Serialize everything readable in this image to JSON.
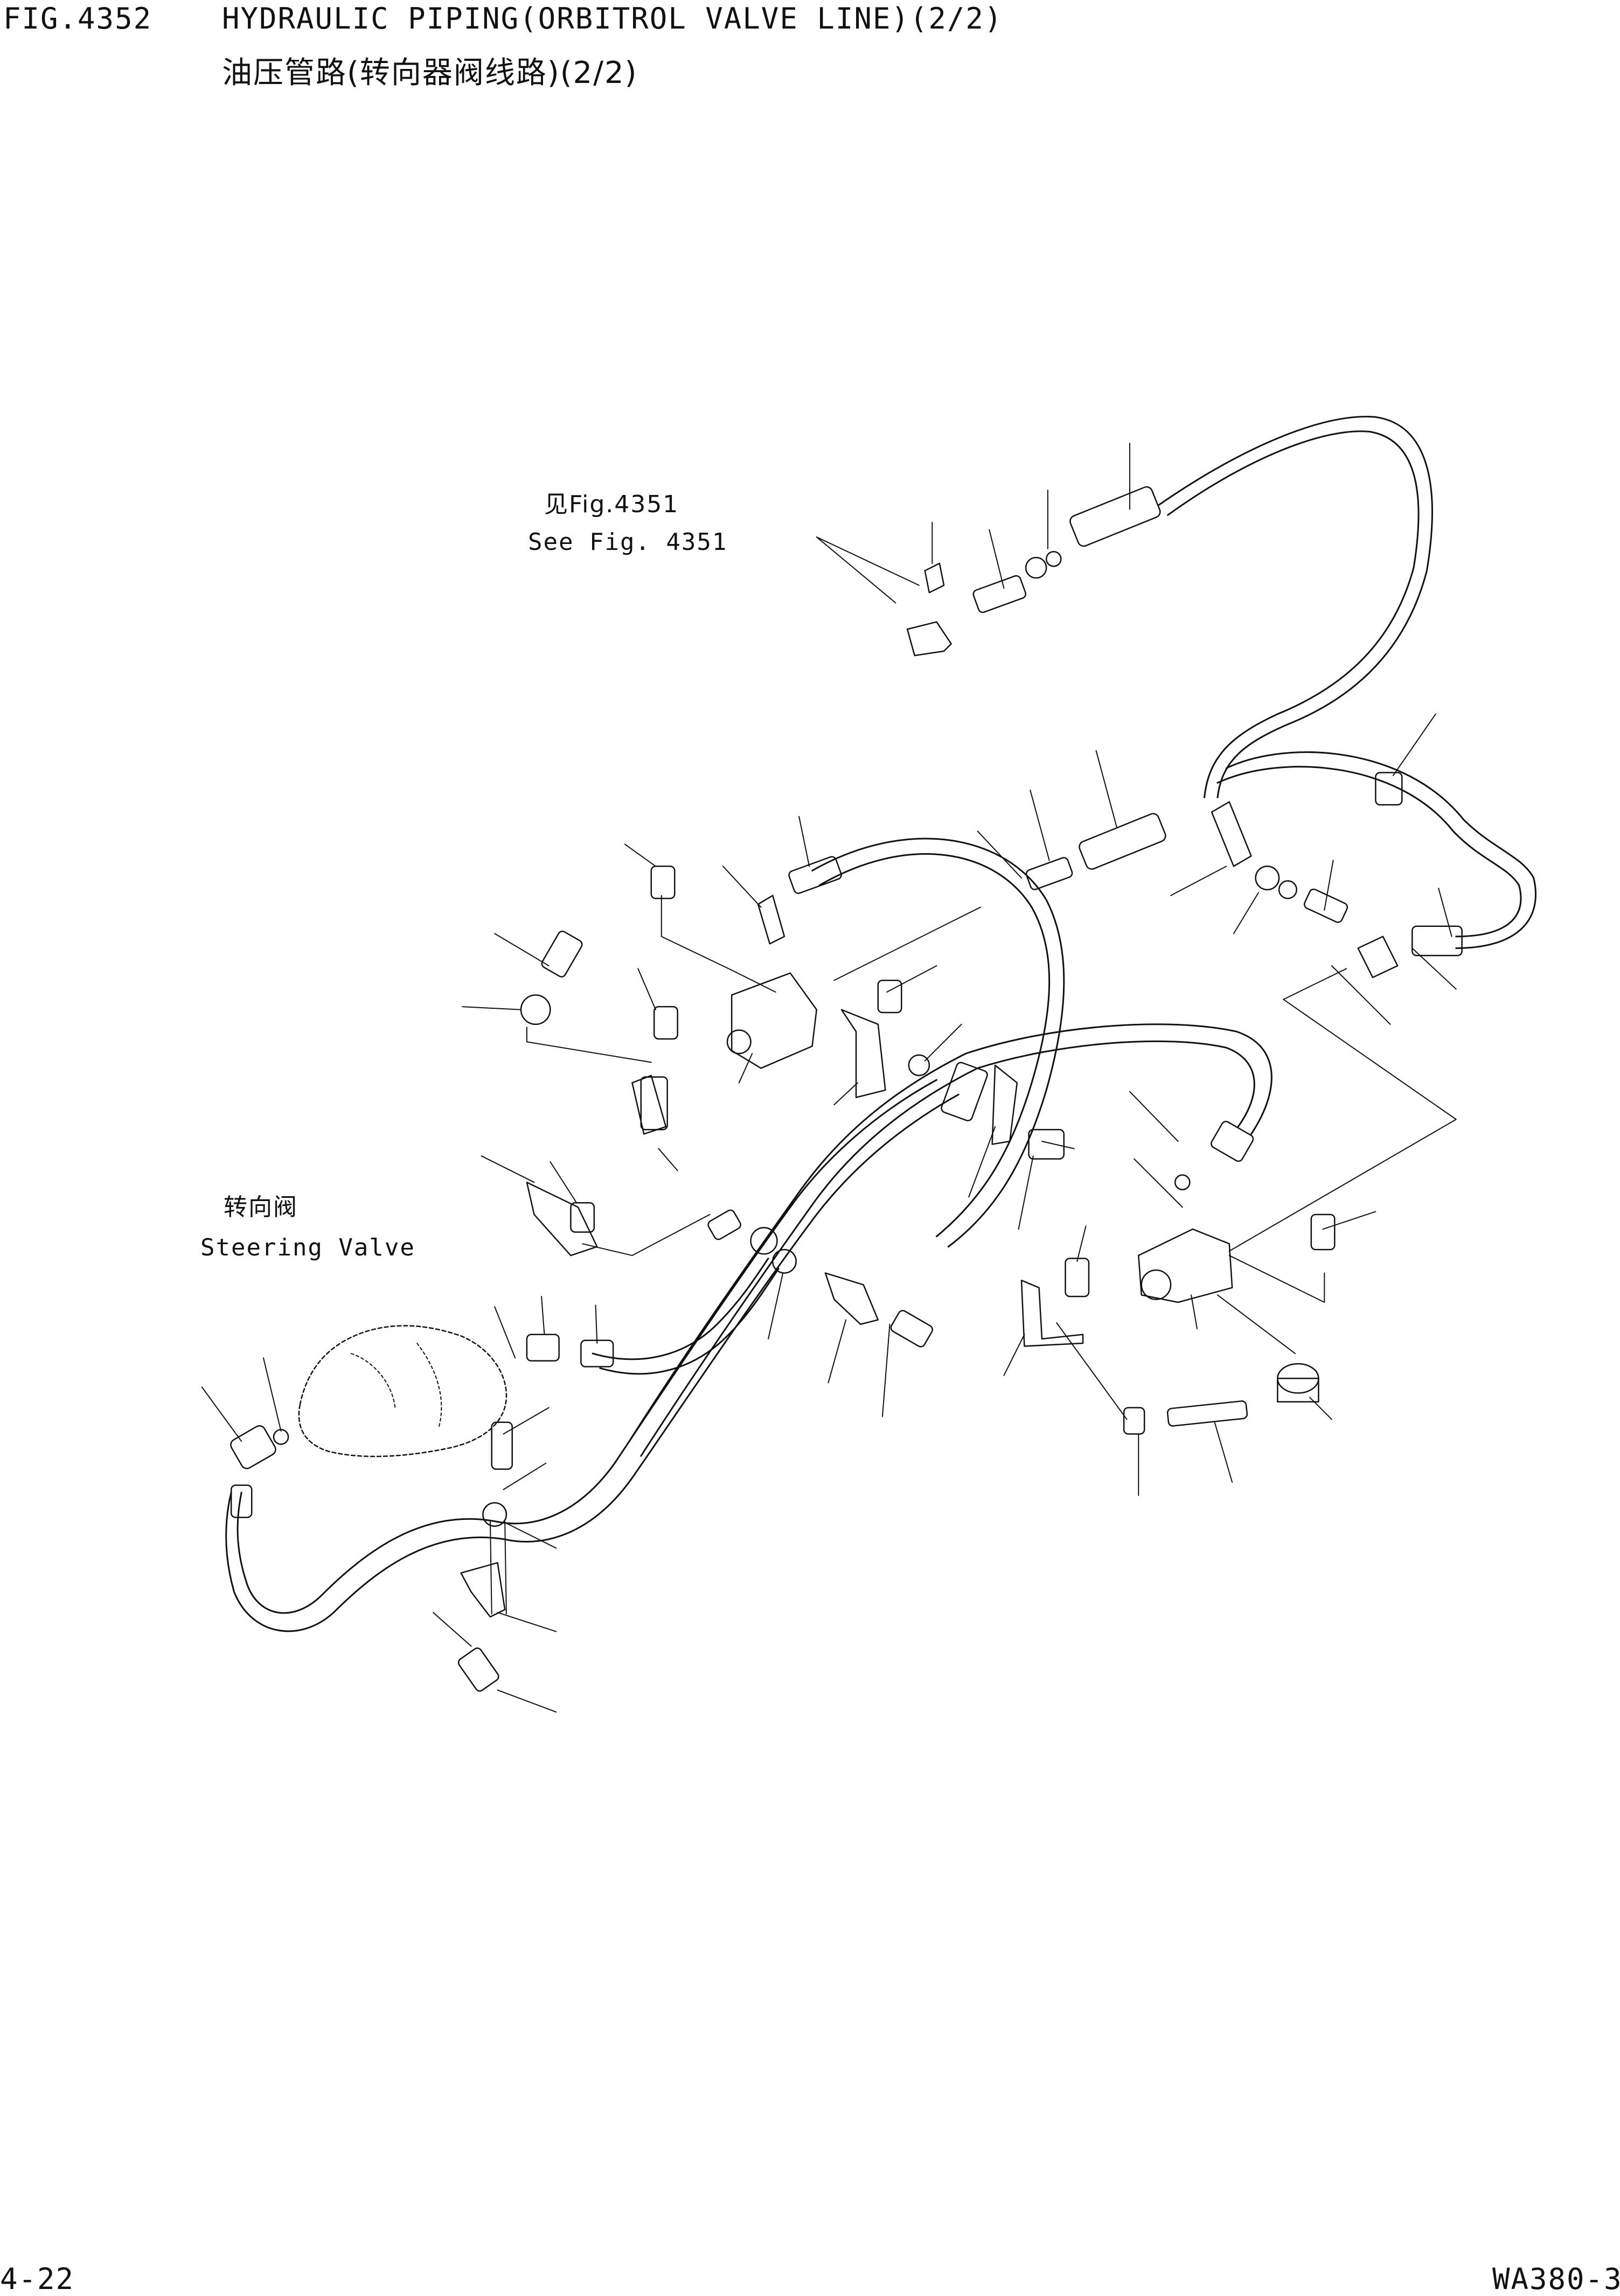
{
  "header": {
    "fig_number": "FIG.4352",
    "title_en": "HYDRAULIC PIPING(ORBITROL VALVE LINE)(2/2)",
    "title_cn": "油压管路(转向器阀线路)(2/2)"
  },
  "callouts": {
    "see_fig_cn": "见Fig.4351",
    "see_fig_en": "See Fig. 4351",
    "steering_valve_cn": "转向阀",
    "steering_valve_en": "Steering Valve"
  },
  "footer": {
    "page_number": "4-22",
    "model_code": "WA380-3"
  }
}
